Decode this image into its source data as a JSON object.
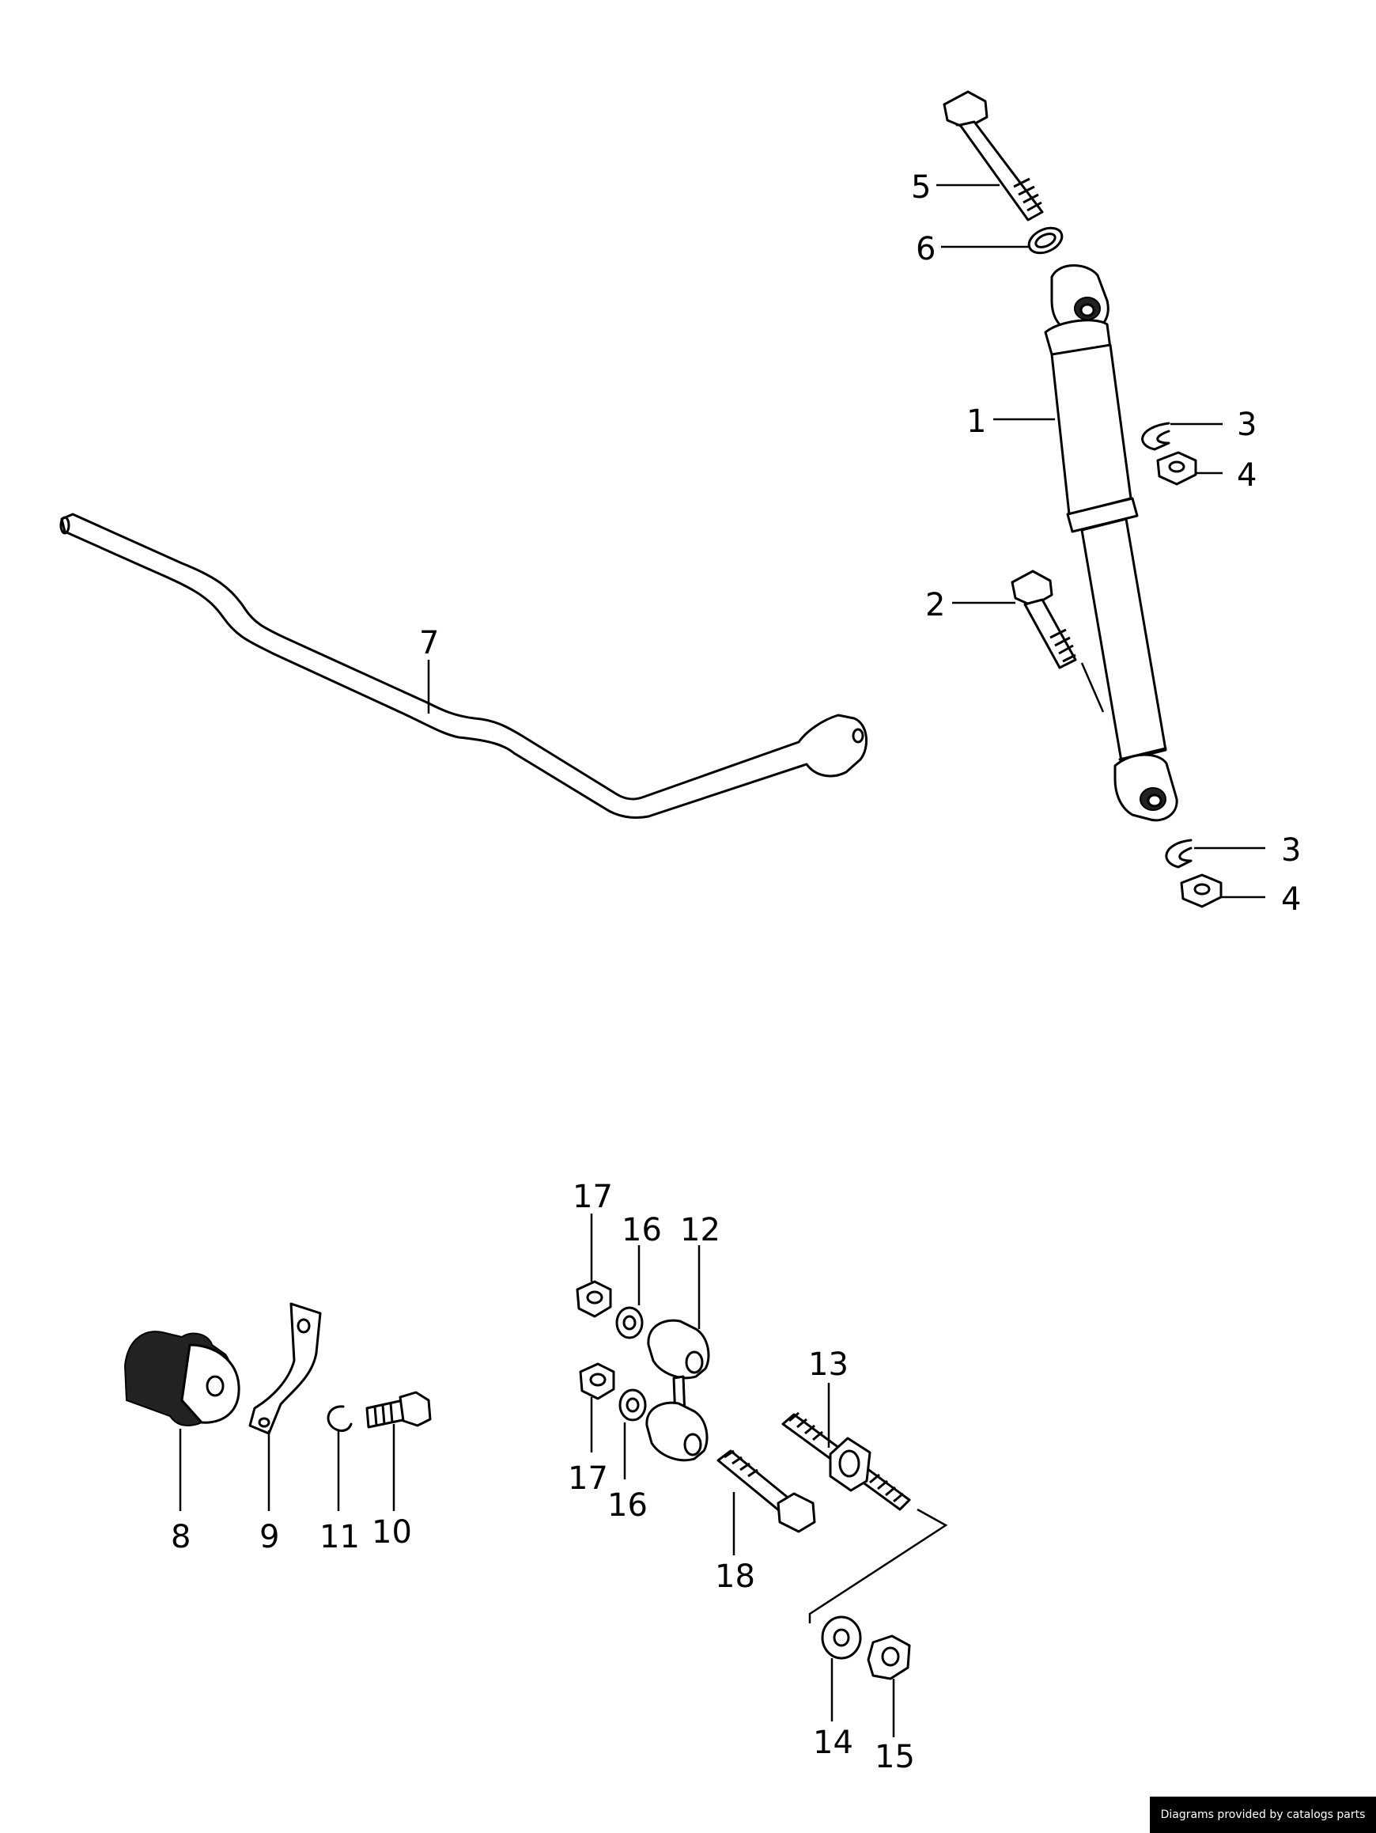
{
  "diagram": {
    "callouts": [
      {
        "id": "c1",
        "label": "1"
      },
      {
        "id": "c2",
        "label": "2"
      },
      {
        "id": "c3a",
        "label": "3"
      },
      {
        "id": "c3b",
        "label": "3"
      },
      {
        "id": "c4a",
        "label": "4"
      },
      {
        "id": "c4b",
        "label": "4"
      },
      {
        "id": "c5",
        "label": "5"
      },
      {
        "id": "c6",
        "label": "6"
      },
      {
        "id": "c7",
        "label": "7"
      },
      {
        "id": "c8",
        "label": "8"
      },
      {
        "id": "c9",
        "label": "9"
      },
      {
        "id": "c10",
        "label": "10"
      },
      {
        "id": "c11",
        "label": "11"
      },
      {
        "id": "c12",
        "label": "12"
      },
      {
        "id": "c13",
        "label": "13"
      },
      {
        "id": "c14",
        "label": "14"
      },
      {
        "id": "c15",
        "label": "15"
      },
      {
        "id": "c16a",
        "label": "16"
      },
      {
        "id": "c16b",
        "label": "16"
      },
      {
        "id": "c17a",
        "label": "17"
      },
      {
        "id": "c17b",
        "label": "17"
      },
      {
        "id": "c18",
        "label": "18"
      }
    ]
  },
  "footer": {
    "credit": "Diagrams provided by catalogs parts"
  }
}
